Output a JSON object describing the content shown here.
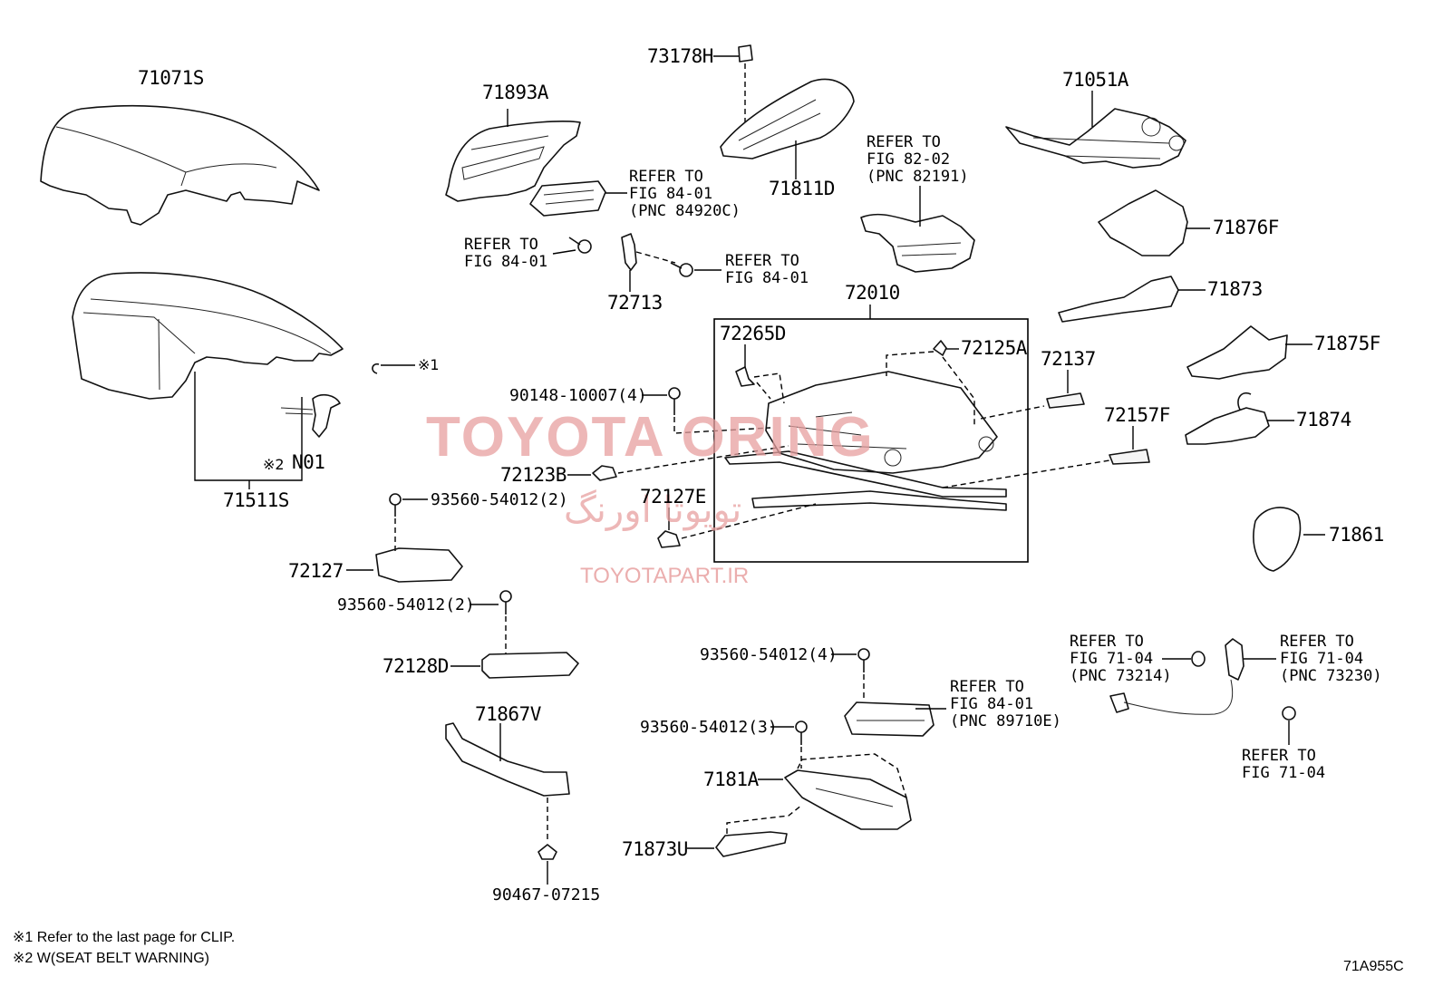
{
  "parts": {
    "p71071S": "71071S",
    "p71893A": "71893A",
    "p73178H": "73178H",
    "p71811D": "71811D",
    "p71051A": "71051A",
    "p71876F": "71876F",
    "p71873": "71873",
    "p71875F": "71875F",
    "p71874": "71874",
    "p72137": "72137",
    "p72157F": "72157F",
    "p72010": "72010",
    "p72265D": "72265D",
    "p72125A": "72125A",
    "p72713": "72713",
    "p71511S": "71511S",
    "pN01": "N01",
    "p90148": "90148-10007(4)",
    "p72123B": "72123B",
    "p72127E": "72127E",
    "p93560_a": "93560-54012(2)",
    "p72127": "72127",
    "p93560_b": "93560-54012(2)",
    "p72128D": "72128D",
    "p71867V": "71867V",
    "p90467": "90467-07215",
    "p93560_c": "93560-54012(4)",
    "p93560_d": "93560-54012(3)",
    "p7181A": "7181A",
    "p71873U": "71873U",
    "p71861": "71861"
  },
  "refs": {
    "r84920C": "REFER TO\nFIG 84-01\n(PNC 84920C)",
    "r8401_left": "REFER TO\nFIG 84-01",
    "r8401_right": "REFER TO\nFIG 84-01",
    "r82191": "REFER TO\nFIG 82-02\n(PNC 82191)",
    "r89710E": "REFER TO\nFIG 84-01\n(PNC 89710E)",
    "r73214": "REFER TO\nFIG 71-04\n(PNC 73214)",
    "r73230": "REFER TO\nFIG 71-04\n(PNC 73230)",
    "r7104": "REFER TO\nFIG 71-04"
  },
  "marks": {
    "clip_mark": "※1",
    "n01_mark": "※2"
  },
  "notes": {
    "note1": "※1 Refer to the last page for CLIP.",
    "note2": "※2 W(SEAT BELT WARNING)"
  },
  "diagram_code": "71A955C",
  "watermark": {
    "main": "TOYOTA ORING",
    "persian": "تویوتا اورنگ",
    "site": "TOYOTAPART.IR",
    "color": "#e8a0a0"
  }
}
